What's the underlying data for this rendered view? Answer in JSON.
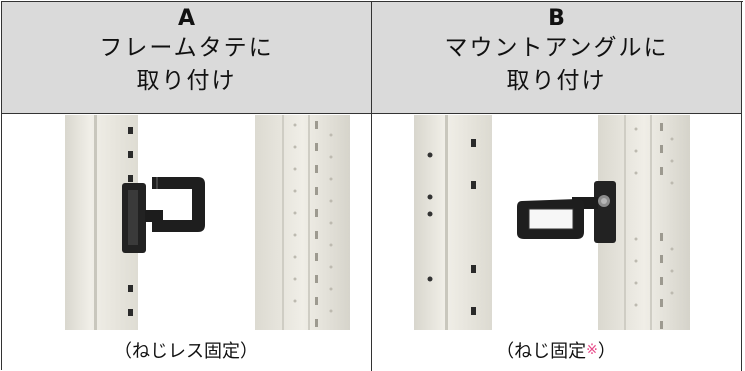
{
  "columns": {
    "a": {
      "letter": "A",
      "line1": "フレームタテに",
      "line2": "取り付け",
      "caption": "（ねじレス固定）"
    },
    "b": {
      "letter": "B",
      "line1": "マウントアングルに",
      "line2": "取り付け",
      "caption_open": "（ねじ固定",
      "caption_mark": "※",
      "caption_close": "）"
    }
  },
  "colors": {
    "header_bg": "#dadada",
    "rack_color": "#e8e6de",
    "bracket_color": "#1e1e1e",
    "note_mark": "#e84b8a"
  }
}
